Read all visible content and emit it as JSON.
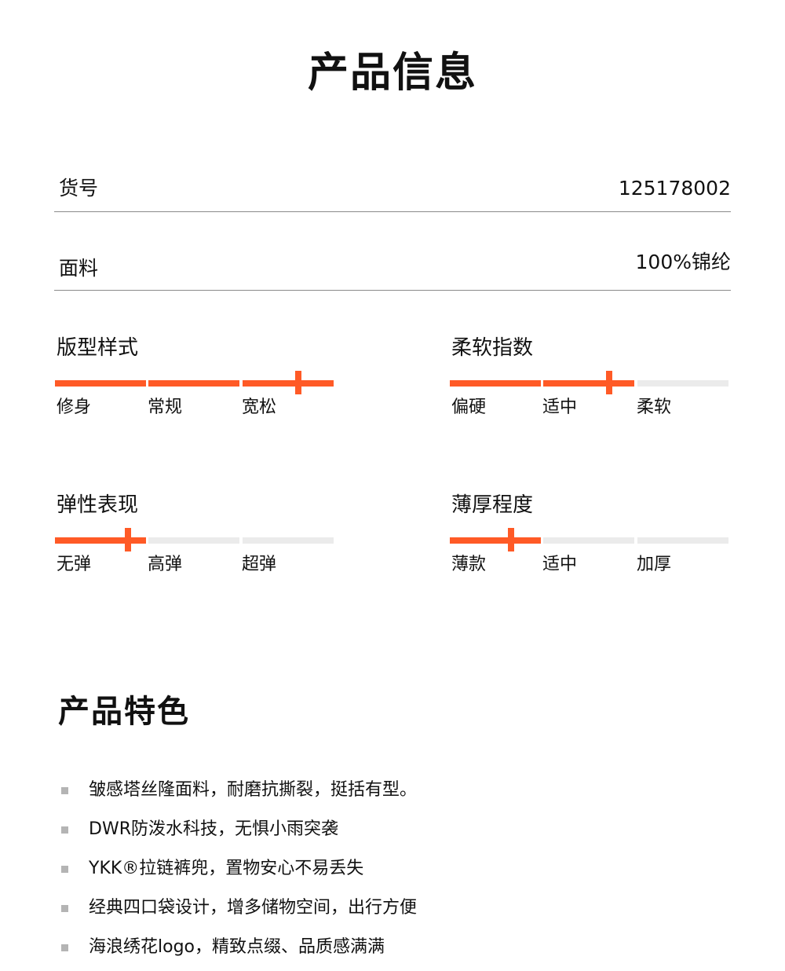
{
  "title": "产品信息",
  "info": {
    "code_label": "货号",
    "code_value": "125178002",
    "fabric_label": "面料",
    "fabric_value": "100%锦纶"
  },
  "scales": [
    {
      "title": "版型样式",
      "ticks": [
        "修身",
        "常规",
        "宽松"
      ],
      "filled_segments": 3,
      "marker_level": 0.87
    },
    {
      "title": "柔软指数",
      "ticks": [
        "偏硬",
        "适中",
        "柔软"
      ],
      "filled_segments": 2,
      "marker_level": 0.57
    },
    {
      "title": "弹性表现",
      "ticks": [
        "无弹",
        "高弹",
        "超弹"
      ],
      "filled_segments": 1,
      "marker_level": 0.26
    },
    {
      "title": "薄厚程度",
      "ticks": [
        "薄款",
        "适中",
        "加厚"
      ],
      "filled_segments": 1,
      "marker_level": 0.22
    }
  ],
  "features": {
    "title": "产品特色",
    "items": [
      "皱感塔丝隆面料，耐磨抗撕裂，挺括有型。",
      "DWR防泼水科技，无惧小雨突袭",
      "YKK®拉链裤兜，置物安心不易丢失",
      "经典四口袋设计，增多储物空间，出行方便",
      "海浪绣花logo，精致点缀、品质感满满"
    ]
  },
  "colors": {
    "accent": "#ff5a26",
    "track": "#ebebeb",
    "bullet": "#b4b4b4",
    "divider": "#8a8a8a"
  }
}
